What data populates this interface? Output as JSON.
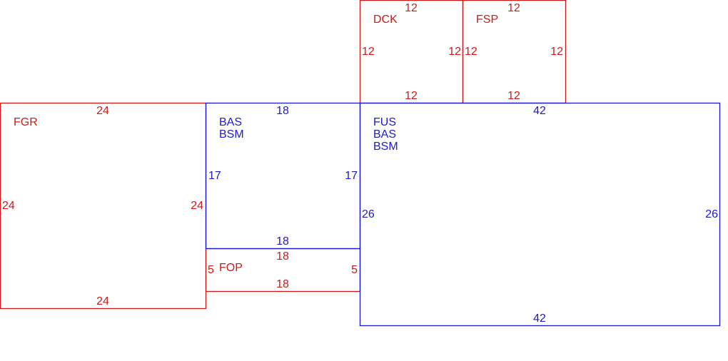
{
  "colors": {
    "red": "#cc1a1a",
    "blue": "#1a1acc",
    "background": "#ffffff"
  },
  "areas": {
    "dck": {
      "codes": [
        "DCK"
      ],
      "color": "red",
      "top": "12",
      "left": "12",
      "right": "12",
      "bottom": "12"
    },
    "fsp": {
      "codes": [
        "FSP"
      ],
      "color": "red",
      "top": "12",
      "left": "12",
      "right": "12",
      "bottom": "12"
    },
    "fgr": {
      "codes": [
        "FGR"
      ],
      "color": "red",
      "top": "24",
      "left": "24",
      "right": "24",
      "bottom": "24"
    },
    "bas_bsm": {
      "codes": [
        "BAS",
        "BSM"
      ],
      "color": "blue",
      "top": "18",
      "left": "17",
      "right": "17",
      "bottom": "18"
    },
    "fop": {
      "codes": [
        "FOP"
      ],
      "color": "red",
      "top": "18",
      "left": "5",
      "right": "5",
      "bottom": "18"
    },
    "fus_bas_bsm": {
      "codes": [
        "FUS",
        "BAS",
        "BSM"
      ],
      "color": "blue",
      "top": "42",
      "left": "26",
      "right": "26",
      "bottom": "42"
    }
  }
}
